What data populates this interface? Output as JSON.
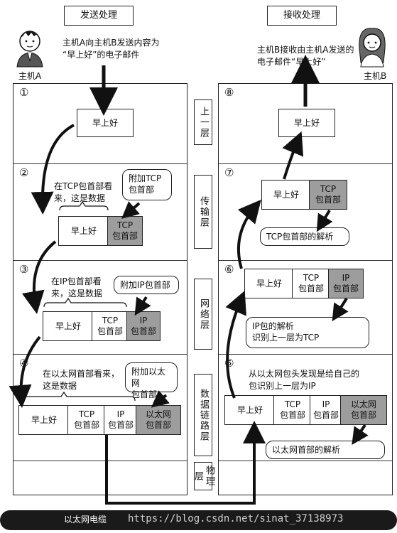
{
  "headers": {
    "send": "发送处理",
    "receive": "接收处理"
  },
  "host_a": {
    "label": "主机A",
    "note": "主机A向主机B发送内容为\n“早上好”的电子邮件"
  },
  "host_b": {
    "label": "主机B",
    "note": "主机B接收由主机A发送的\n电子邮件“早上好”"
  },
  "layers": [
    "上一层",
    "传输层",
    "网络层",
    "数据链路层",
    "物理层"
  ],
  "steps": [
    "①",
    "②",
    "③",
    "④",
    "⑤",
    "⑥",
    "⑦",
    "⑧"
  ],
  "packet": {
    "data": "早上好",
    "tcp": "TCP\n包首部",
    "ip": "IP\n包首部",
    "eth": "以太网\n包首部"
  },
  "send_notes": {
    "tcp_view": "在TCP包首部看\n来，这是数据",
    "add_tcp": "附加TCP\n包首部",
    "ip_view": "在IP包首部看\n来，这是数据",
    "add_ip": "附加IP包首部",
    "eth_view": "在以太网首部看来，\n这是数据",
    "add_eth": "附加以太网\n包首部"
  },
  "recv_notes": {
    "eth_view": "从以太网包头发现是给自己的\n包识别上一层为IP",
    "eth_parse": "以太网首部的解析",
    "ip_parse": "IP包的解析\n识别上一层为TCP",
    "tcp_parse": "TCP包首部的解析"
  },
  "network_label": "以太网电缆",
  "watermark": "https://blog.csdn.net/sinat_37138973"
}
